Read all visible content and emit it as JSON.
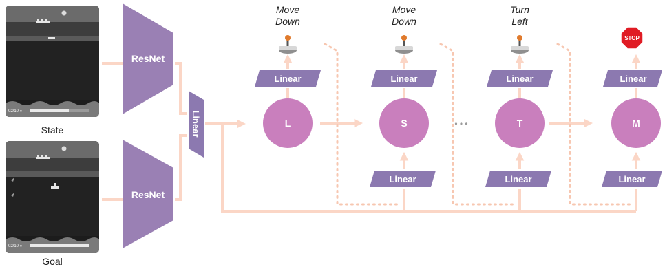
{
  "inputs": {
    "state_label": "State",
    "goal_label": "Goal",
    "state_hud": "02/10 ●",
    "goal_hud": "02/10 ●"
  },
  "encoders": {
    "resnet_top": "ResNet",
    "resnet_bottom": "ResNet",
    "fusion_linear": "Linear"
  },
  "chain": {
    "nodes": [
      "L",
      "S",
      "T",
      "M"
    ],
    "linear_label": "Linear",
    "actions": [
      {
        "line1": "Move",
        "line2": "Down",
        "icon": "joystick-icon"
      },
      {
        "line1": "Move",
        "line2": "Down",
        "icon": "joystick-icon"
      },
      {
        "line1": "Turn",
        "line2": "Left",
        "icon": "joystick-icon"
      },
      {
        "line1": "",
        "line2": "",
        "icon": "stop-sign-icon"
      }
    ],
    "stop_text": "STOP",
    "ellipsis": "• • •"
  },
  "colors": {
    "encoder": "#9a80b4",
    "node": "#c97fbd",
    "linear": "#8c79b0",
    "arrow": "#fbd6c6",
    "dotted": "#f7c7b1",
    "screen": "#1c1c1c",
    "stop": "#e01b24"
  }
}
